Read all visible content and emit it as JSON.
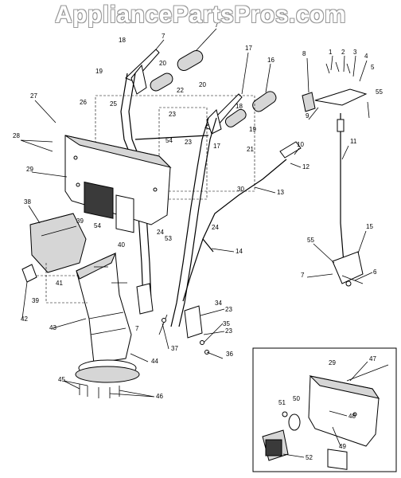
{
  "watermark": "AppliancePartsPros.com",
  "callouts": [
    "1",
    "2",
    "3",
    "4",
    "5",
    "6",
    "7",
    "7",
    "7",
    "7",
    "8",
    "9",
    "10",
    "11",
    "12",
    "13",
    "14",
    "15",
    "16",
    "17",
    "17",
    "18",
    "18",
    "19",
    "19",
    "20",
    "20",
    "21",
    "22",
    "23",
    "23",
    "23",
    "23",
    "24",
    "24",
    "25",
    "26",
    "27",
    "28",
    "29",
    "29",
    "30",
    "34",
    "35",
    "36",
    "37",
    "38",
    "39",
    "39",
    "40",
    "41",
    "42",
    "43",
    "44",
    "45",
    "46",
    "47",
    "48",
    "49",
    "50",
    "51",
    "52",
    "53",
    "54",
    "54",
    "55",
    "55"
  ]
}
